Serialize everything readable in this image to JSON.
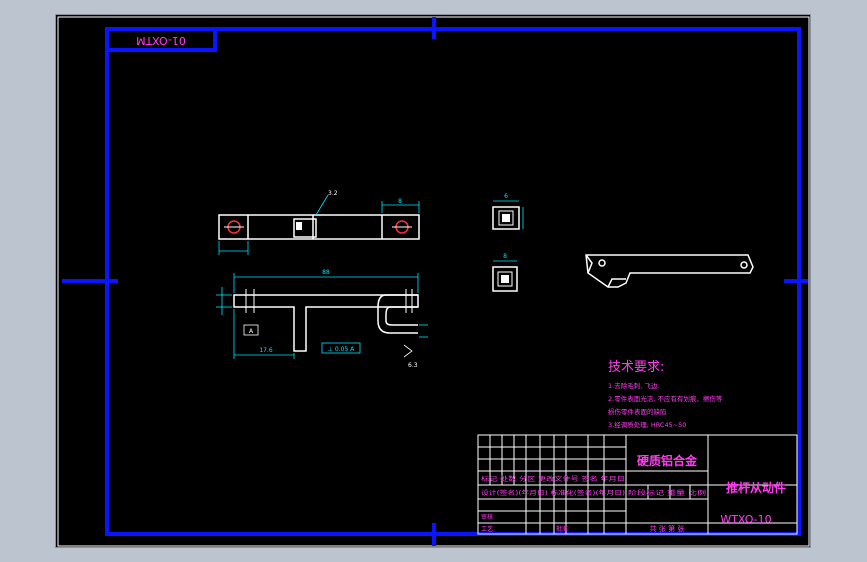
{
  "drawing": {
    "title_stamp": "01-OXTM",
    "material": "硬质铝合金",
    "part_name": "推杆从动件",
    "drawing_number": "WTXO-10",
    "tech_req": {
      "heading": "技术要求:",
      "items": [
        "1.去除毛刺, 飞边.",
        "2.零件表面光洁, 不应有有划痕、擦伤等",
        "损伤零件表面的缺陷",
        "3.经调质处理, HRC45~50"
      ]
    },
    "title_block": {
      "row1": "标记 处数 分区 更改文件号 签名 年月日",
      "row2": "设计(签名)(年月日) 标准化(签名)(年月日)",
      "row3": "审核",
      "row4": "工艺",
      "approve": "批准",
      "stage_scale": "阶段标记  重量  比例",
      "sheets": "共 张 第 张"
    },
    "dims": {
      "overall_length": "88",
      "slot_width": "8",
      "offset": "17.6",
      "small_top": "6",
      "small_side": "8"
    },
    "annotations": {
      "roughness_1": "3.2",
      "roughness_2": "6.3",
      "tolerance_box": "⊥ 0.05 A",
      "datum": "A"
    }
  },
  "colors": {
    "border": "#0a14ff",
    "outline": "#ffffff",
    "dimension": "#00e5ff",
    "text": "#ff3df0"
  }
}
